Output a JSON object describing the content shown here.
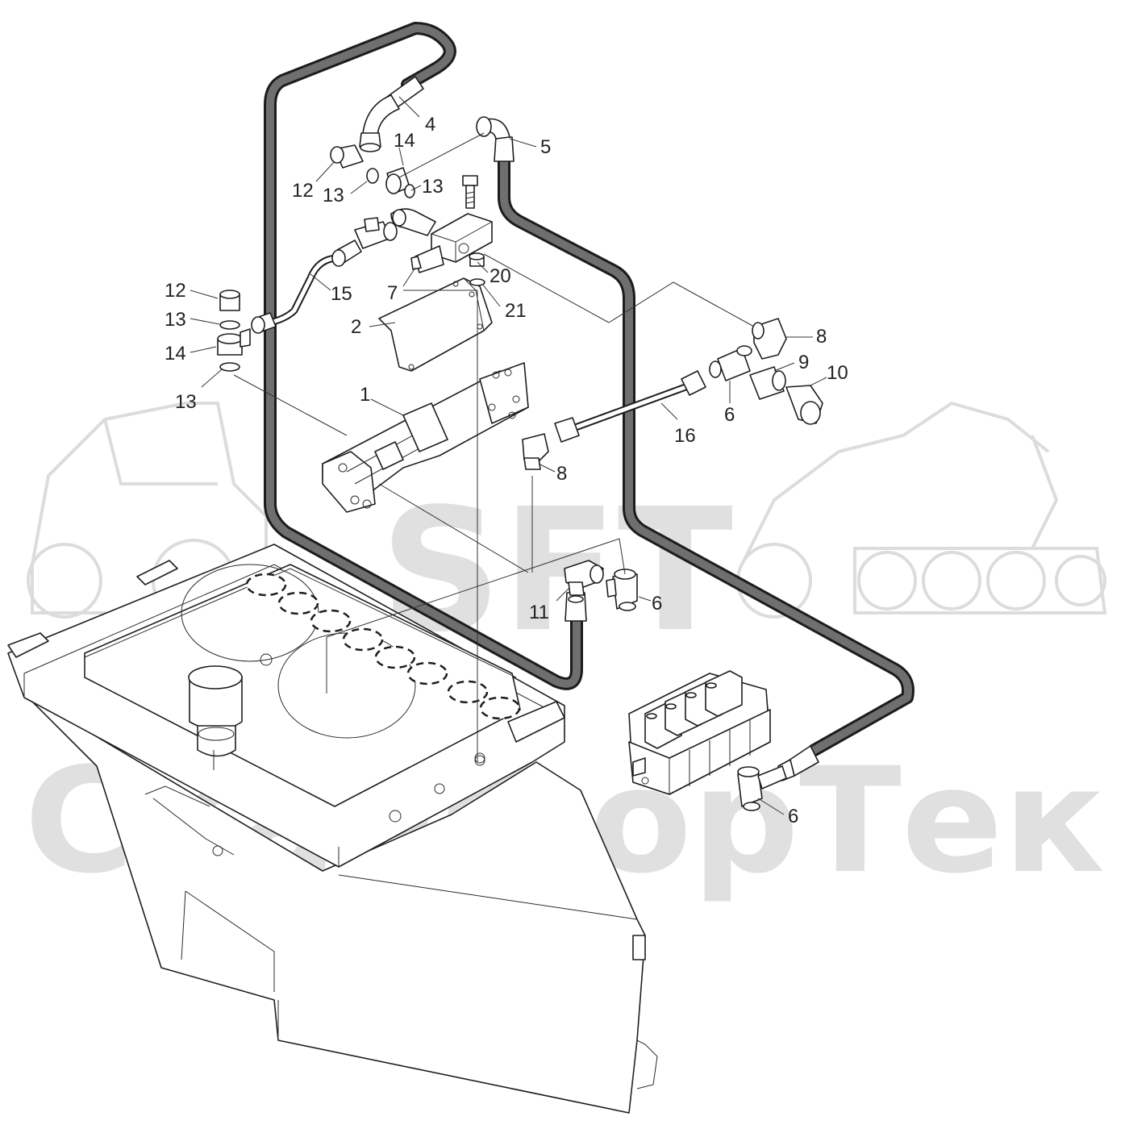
{
  "watermark": {
    "logo_text": "SFT",
    "brand_text": "СканФорТек"
  },
  "callouts": [
    {
      "id": "c1",
      "label": "1"
    },
    {
      "id": "c2",
      "label": "2"
    },
    {
      "id": "c4",
      "label": "4"
    },
    {
      "id": "c5",
      "label": "5"
    },
    {
      "id": "c6a",
      "label": "6"
    },
    {
      "id": "c6b",
      "label": "6"
    },
    {
      "id": "c6c",
      "label": "6"
    },
    {
      "id": "c7",
      "label": "7"
    },
    {
      "id": "c8a",
      "label": "8"
    },
    {
      "id": "c8b",
      "label": "8"
    },
    {
      "id": "c9",
      "label": "9"
    },
    {
      "id": "c10",
      "label": "10"
    },
    {
      "id": "c11",
      "label": "11"
    },
    {
      "id": "c12a",
      "label": "12"
    },
    {
      "id": "c12b",
      "label": "12"
    },
    {
      "id": "c13a",
      "label": "13"
    },
    {
      "id": "c13b",
      "label": "13"
    },
    {
      "id": "c13c",
      "label": "13"
    },
    {
      "id": "c13d",
      "label": "13"
    },
    {
      "id": "c14a",
      "label": "14"
    },
    {
      "id": "c14b",
      "label": "14"
    },
    {
      "id": "c15",
      "label": "15"
    },
    {
      "id": "c16",
      "label": "16"
    },
    {
      "id": "c20",
      "label": "20"
    },
    {
      "id": "c21",
      "label": "21"
    }
  ]
}
